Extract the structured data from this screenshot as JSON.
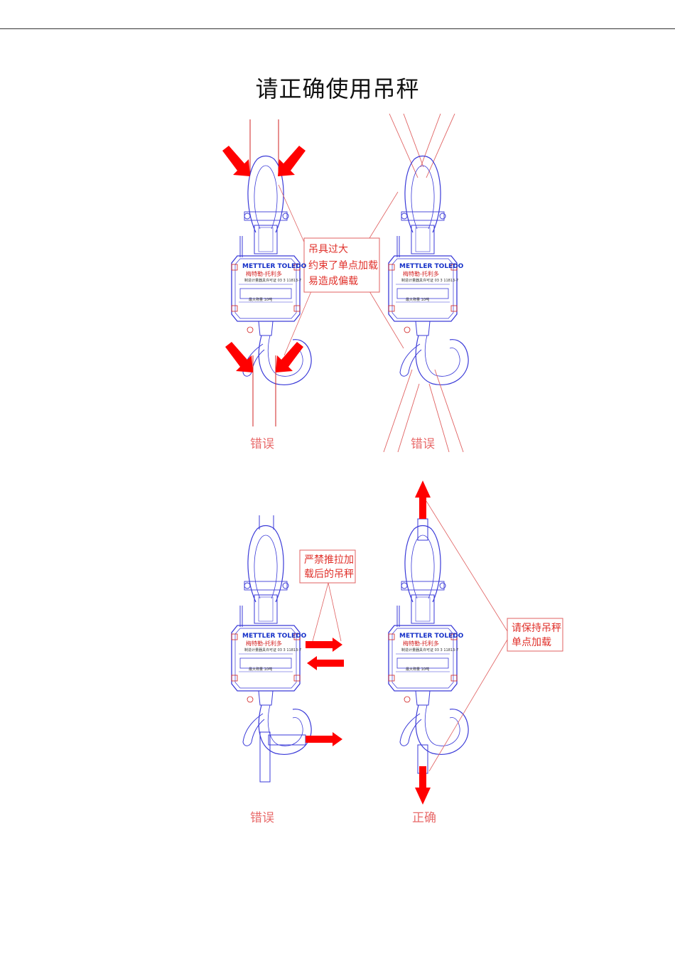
{
  "title": "请正确使用吊秤",
  "device": {
    "brand": "METTLER TOLEDO",
    "brand_cn": "梅特勒-托利多",
    "serial": "制造计量器具许可证 03 3 11813-7",
    "capacity": "最大称量 10吨"
  },
  "panels": [
    {
      "label": "错误"
    },
    {
      "label": "错误"
    },
    {
      "label": "错误"
    },
    {
      "label": "正确"
    }
  ],
  "notes": {
    "oversize": [
      "吊具过大",
      "约束了单点加载",
      "易造成偏载"
    ],
    "no_push": [
      "严禁推拉加",
      "载后的吊秤"
    ],
    "keep_single": [
      "请保持吊秤",
      "单点加载"
    ]
  },
  "colors": {
    "outline": "#3a3ad8",
    "red": "#ff0000",
    "annot": "#e0302a",
    "label": "#e86a6a"
  }
}
